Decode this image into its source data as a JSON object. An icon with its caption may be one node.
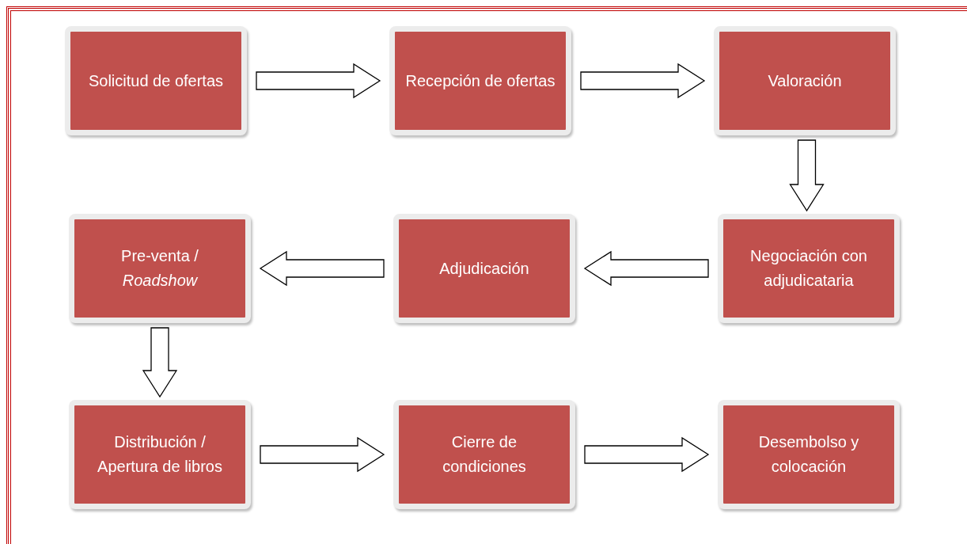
{
  "diagram": {
    "nodes": [
      {
        "text": [
          "Solicitud de ofertas"
        ]
      },
      {
        "text": [
          "Recepción de ofertas"
        ]
      },
      {
        "text": [
          "Valoración"
        ]
      },
      {
        "text": [
          "Pre-venta / *Roadshow*"
        ]
      },
      {
        "text": [
          "Adjudicación"
        ]
      },
      {
        "text": [
          "Negociación con adjudicataria"
        ]
      },
      {
        "text": [
          "Distribución / Apertura de libros"
        ]
      },
      {
        "text": [
          "Cierre de condiciones"
        ]
      },
      {
        "text": [
          "Desembolso y colocación"
        ]
      }
    ],
    "edges": [
      {
        "from": 0,
        "to": 1,
        "arrow": "to"
      },
      {
        "from": 1,
        "to": 2,
        "arrow": "to"
      },
      {
        "from": 2,
        "to": 5,
        "arrow": "to"
      },
      {
        "from": 5,
        "to": 4,
        "arrow": "to"
      },
      {
        "from": 4,
        "to": 3,
        "arrow": "to"
      },
      {
        "from": 3,
        "to": 6,
        "arrow": "to"
      },
      {
        "from": 6,
        "to": 7,
        "arrow": "to"
      },
      {
        "from": 7,
        "to": 8,
        "arrow": "to"
      }
    ]
  }
}
